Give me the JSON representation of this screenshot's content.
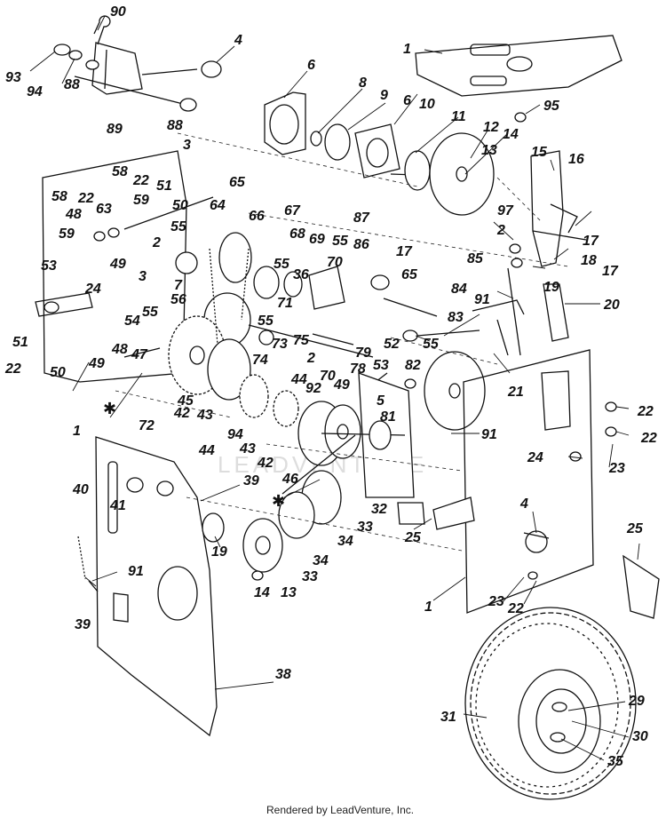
{
  "diagram": {
    "watermark": "LEADVENTURE",
    "footer": "Rendered by LeadVenture, Inc.",
    "callouts": [
      {
        "id": "c90",
        "text": "90"
      },
      {
        "id": "c4a",
        "text": "4"
      },
      {
        "id": "c93",
        "text": "93"
      },
      {
        "id": "c94a",
        "text": "94"
      },
      {
        "id": "c88a",
        "text": "88"
      },
      {
        "id": "c88b",
        "text": "88"
      },
      {
        "id": "c89",
        "text": "89"
      },
      {
        "id": "c1a",
        "text": "1"
      },
      {
        "id": "c95",
        "text": "95"
      },
      {
        "id": "c6a",
        "text": "6"
      },
      {
        "id": "c8",
        "text": "8"
      },
      {
        "id": "c9",
        "text": "9"
      },
      {
        "id": "c6b",
        "text": "6"
      },
      {
        "id": "c10",
        "text": "10"
      },
      {
        "id": "c11",
        "text": "11"
      },
      {
        "id": "c12",
        "text": "12"
      },
      {
        "id": "c13a",
        "text": "13"
      },
      {
        "id": "c14a",
        "text": "14"
      },
      {
        "id": "c15",
        "text": "15"
      },
      {
        "id": "c16",
        "text": "16"
      },
      {
        "id": "c3a",
        "text": "3"
      },
      {
        "id": "c22a",
        "text": "22"
      },
      {
        "id": "c51a",
        "text": "51"
      },
      {
        "id": "c50a",
        "text": "50"
      },
      {
        "id": "c58a",
        "text": "58"
      },
      {
        "id": "c65a",
        "text": "65"
      },
      {
        "id": "c87",
        "text": "87"
      },
      {
        "id": "c97",
        "text": "97"
      },
      {
        "id": "c58b",
        "text": "58"
      },
      {
        "id": "c22b",
        "text": "22"
      },
      {
        "id": "c63",
        "text": "63"
      },
      {
        "id": "c59a",
        "text": "59"
      },
      {
        "id": "c64",
        "text": "64"
      },
      {
        "id": "c66",
        "text": "66"
      },
      {
        "id": "c67",
        "text": "67"
      },
      {
        "id": "c2a",
        "text": "2"
      },
      {
        "id": "c17a",
        "text": "17"
      },
      {
        "id": "c48a",
        "text": "48"
      },
      {
        "id": "c59b",
        "text": "59"
      },
      {
        "id": "c55a",
        "text": "55"
      },
      {
        "id": "c68",
        "text": "68"
      },
      {
        "id": "c55b",
        "text": "55"
      },
      {
        "id": "c86",
        "text": "86"
      },
      {
        "id": "c2b",
        "text": "2"
      },
      {
        "id": "c69",
        "text": "69"
      },
      {
        "id": "c17b",
        "text": "17"
      },
      {
        "id": "c85",
        "text": "85"
      },
      {
        "id": "c18",
        "text": "18"
      },
      {
        "id": "c17c",
        "text": "17"
      },
      {
        "id": "c49a",
        "text": "49"
      },
      {
        "id": "c24a",
        "text": "24"
      },
      {
        "id": "c53a",
        "text": "53"
      },
      {
        "id": "c3b",
        "text": "3"
      },
      {
        "id": "c7",
        "text": "7"
      },
      {
        "id": "c55c",
        "text": "55"
      },
      {
        "id": "c36",
        "text": "36"
      },
      {
        "id": "c70a",
        "text": "70"
      },
      {
        "id": "c65b",
        "text": "65"
      },
      {
        "id": "c84",
        "text": "84"
      },
      {
        "id": "c91a",
        "text": "91"
      },
      {
        "id": "c19a",
        "text": "19"
      },
      {
        "id": "c20",
        "text": "20"
      },
      {
        "id": "c56",
        "text": "56"
      },
      {
        "id": "c71",
        "text": "71"
      },
      {
        "id": "c55d",
        "text": "55"
      },
      {
        "id": "c83",
        "text": "83"
      },
      {
        "id": "c54",
        "text": "54"
      },
      {
        "id": "c55e",
        "text": "55"
      },
      {
        "id": "c52",
        "text": "52"
      },
      {
        "id": "c55f",
        "text": "55"
      },
      {
        "id": "c75",
        "text": "75"
      },
      {
        "id": "c73",
        "text": "73"
      },
      {
        "id": "c79",
        "text": "79"
      },
      {
        "id": "c51b",
        "text": "51"
      },
      {
        "id": "c22c",
        "text": "22"
      },
      {
        "id": "c50b",
        "text": "50"
      },
      {
        "id": "c49b",
        "text": "49"
      },
      {
        "id": "c48b",
        "text": "48"
      },
      {
        "id": "c47",
        "text": "47"
      },
      {
        "id": "c74",
        "text": "74"
      },
      {
        "id": "c2c",
        "text": "2"
      },
      {
        "id": "c53b",
        "text": "53"
      },
      {
        "id": "c82",
        "text": "82"
      },
      {
        "id": "c78",
        "text": "78"
      },
      {
        "id": "c70b",
        "text": "70"
      },
      {
        "id": "c21",
        "text": "21"
      },
      {
        "id": "c44a",
        "text": "44"
      },
      {
        "id": "c92",
        "text": "92"
      },
      {
        "id": "c49c",
        "text": "49"
      },
      {
        "id": "c5",
        "text": "5"
      },
      {
        "id": "c45",
        "text": "45"
      },
      {
        "id": "c42a",
        "text": "42"
      },
      {
        "id": "c43a",
        "text": "43"
      },
      {
        "id": "c72",
        "text": "72"
      },
      {
        "id": "c81",
        "text": "81"
      },
      {
        "id": "c1b",
        "text": "1"
      },
      {
        "id": "c22d",
        "text": "22"
      },
      {
        "id": "c94b",
        "text": "94"
      },
      {
        "id": "c44b",
        "text": "44"
      },
      {
        "id": "c43b",
        "text": "43"
      },
      {
        "id": "c22e",
        "text": "22"
      },
      {
        "id": "c91b",
        "text": "91"
      },
      {
        "id": "c42b",
        "text": "42"
      },
      {
        "id": "c24b",
        "text": "24"
      },
      {
        "id": "c23a",
        "text": "23"
      },
      {
        "id": "c46",
        "text": "46"
      },
      {
        "id": "c39a",
        "text": "39"
      },
      {
        "id": "c32",
        "text": "32"
      },
      {
        "id": "c40",
        "text": "40"
      },
      {
        "id": "c41",
        "text": "41"
      },
      {
        "id": "c33a",
        "text": "33"
      },
      {
        "id": "c25a",
        "text": "25"
      },
      {
        "id": "c4b",
        "text": "4"
      },
      {
        "id": "c34a",
        "text": "34"
      },
      {
        "id": "c19b",
        "text": "19"
      },
      {
        "id": "c34b",
        "text": "34"
      },
      {
        "id": "c25b",
        "text": "25"
      },
      {
        "id": "c33b",
        "text": "33"
      },
      {
        "id": "c91c",
        "text": "91"
      },
      {
        "id": "c14b",
        "text": "14"
      },
      {
        "id": "c13b",
        "text": "13"
      },
      {
        "id": "c23b",
        "text": "23"
      },
      {
        "id": "c22f",
        "text": "22"
      },
      {
        "id": "c1c",
        "text": "1"
      },
      {
        "id": "c39b",
        "text": "39"
      },
      {
        "id": "c38",
        "text": "38"
      },
      {
        "id": "c29",
        "text": "29"
      },
      {
        "id": "c31",
        "text": "31"
      },
      {
        "id": "c30",
        "text": "30"
      },
      {
        "id": "c35",
        "text": "35"
      }
    ]
  }
}
